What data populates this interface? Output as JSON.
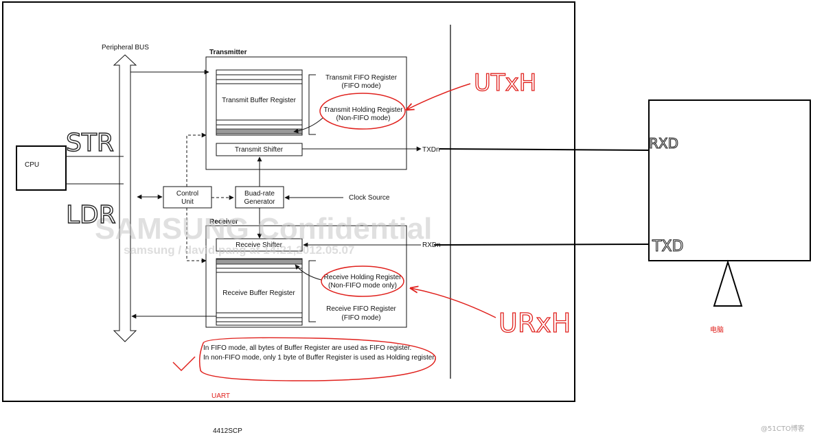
{
  "labels": {
    "peripheral_bus": "Peripheral BUS",
    "transmitter": "Transmitter",
    "receiver": "Receiver",
    "transmit_fifo_1": "Transmit FIFO Register",
    "transmit_fifo_2": "(FIFO mode)",
    "transmit_buffer": "Transmit Buffer Register",
    "transmit_holding_1": "Transmit Holding Register",
    "transmit_holding_2": "(Non-FIFO mode)",
    "transmit_shifter": "Transmit Shifter",
    "txdn": "TXDn",
    "cpu": "CPU",
    "control_unit_1": "Control",
    "control_unit_2": "Unit",
    "baud_gen_1": "Buad-rate",
    "baud_gen_2": "Generator",
    "clock_source": "Clock Source",
    "receive_shifter": "Receive Shifter",
    "rxdn": "RXDn",
    "receive_holding_1": "Receive Holding Register",
    "receive_holding_2": "(Non-FIFO mode only)",
    "receive_buffer": "Receive Buffer Register",
    "receive_fifo_1": "Receive FIFO Register",
    "receive_fifo_2": "(FIFO mode)",
    "note_1": "In FIFO mode, all bytes of Buffer Register are used as FIFO register.",
    "note_2": "In non-FIFO mode, only 1 byte of Buffer Register is used as Holding register.",
    "watermark_1": "SAMSUNG Confidential",
    "watermark_2": "samsung / david.pang at 14:21,2012.05.07",
    "uart": "UART",
    "computer": "电脑",
    "chip": "4412SCP",
    "hand_str": "STR",
    "hand_ldr": "LDR",
    "hand_utxh": "UTxH",
    "hand_urxh": "URxH",
    "hand_rxd": "RXD",
    "hand_txd": "TXD",
    "site_watermark": "@51CTO博客"
  },
  "colors": {
    "annotation_red": "#e0201c",
    "stroke": "#111111",
    "shade": "#9a9a9a"
  }
}
